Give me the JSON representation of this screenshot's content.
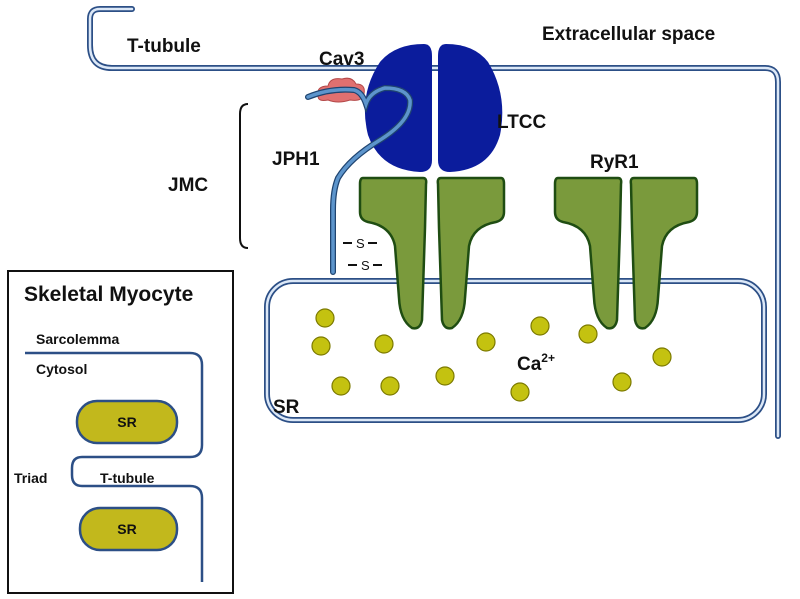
{
  "labels": {
    "t_tubule": "T-tubule",
    "extracellular": "Extracellular space",
    "cav3": "Cav3",
    "ltcc": "LTCC",
    "jph1": "JPH1",
    "jmc": "JMC",
    "ryr1": "RyR1",
    "ca_base": "Ca",
    "ca_sup": "2+",
    "sr": "SR",
    "disulfide": "S"
  },
  "inset": {
    "title": "Skeletal Myocyte",
    "sarcolemma": "Sarcolemma",
    "cytosol": "Cytosol",
    "sr_top": "SR",
    "sr_bottom": "SR",
    "triad": "Triad",
    "t_tubule": "T-tubule"
  },
  "colors": {
    "membrane": "#2c4f86",
    "ltcc": "#0b1c9c",
    "ryr1": "#7a9a3c",
    "jph1": "#4a7fb5",
    "cav3": "#e07070",
    "calcium": "#c4c210",
    "inset_sr": "#c2b81c"
  }
}
